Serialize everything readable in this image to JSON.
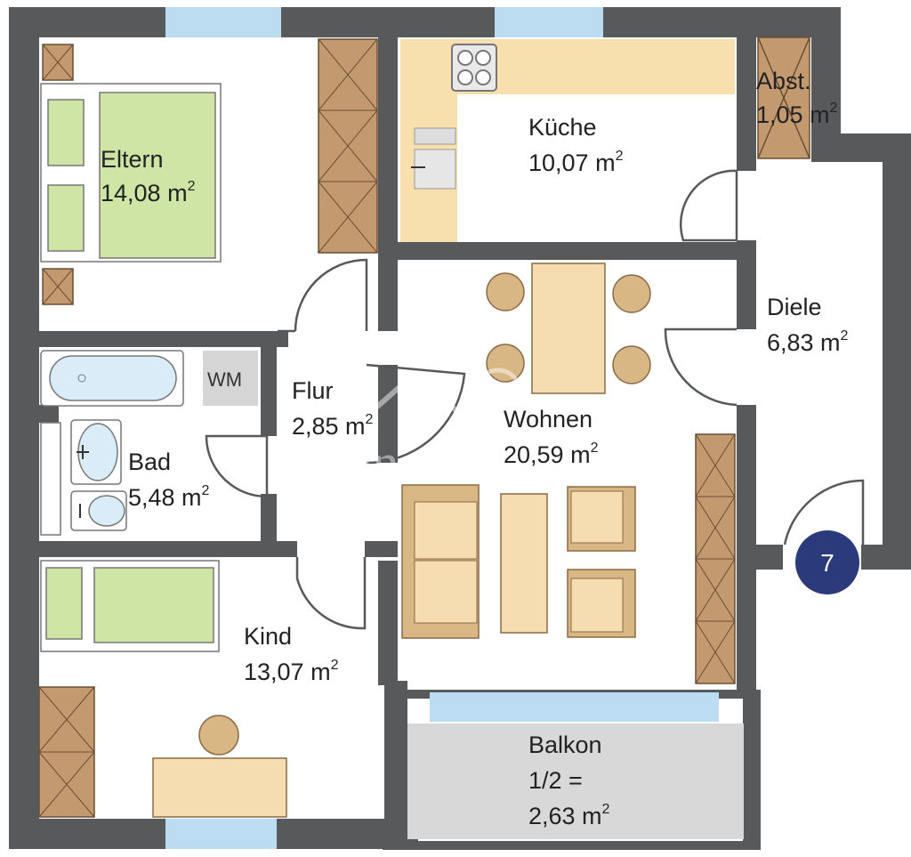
{
  "rooms": {
    "eltern": {
      "name": "Eltern",
      "area": "14,08 m",
      "sup": "2"
    },
    "kueche": {
      "name": "Küche",
      "area": "10,07 m",
      "sup": "2"
    },
    "abst": {
      "name": "Abst.",
      "area": "1,05 m",
      "sup": "2"
    },
    "diele": {
      "name": "Diele",
      "area": "6,83 m",
      "sup": "2"
    },
    "flur": {
      "name": "Flur",
      "area": "2,85 m",
      "sup": "2"
    },
    "wohnen": {
      "name": "Wohnen",
      "area": "20,59 m",
      "sup": "2"
    },
    "bad": {
      "name": "Bad",
      "area": "5,48 m",
      "sup": "2"
    },
    "kind": {
      "name": "Kind",
      "area": "13,07 m",
      "sup": "2"
    },
    "balkon": {
      "name": "Balkon",
      "fraction": "1/2 =",
      "area": "2,63 m",
      "sup": "2"
    }
  },
  "fixtures": {
    "washer": "WM"
  },
  "unit_number": "7",
  "watermark": "ohne-makler",
  "colors": {
    "wall": "#58595b",
    "window": "#bcdcf2",
    "kitchen": "#f7dfae",
    "wardrobe": "#c39a6f",
    "bed": "#cfe5a6",
    "furniture": "#f6ddb1",
    "balcony": "#d8d8d8",
    "unit_badge": "#2b3a7b"
  }
}
